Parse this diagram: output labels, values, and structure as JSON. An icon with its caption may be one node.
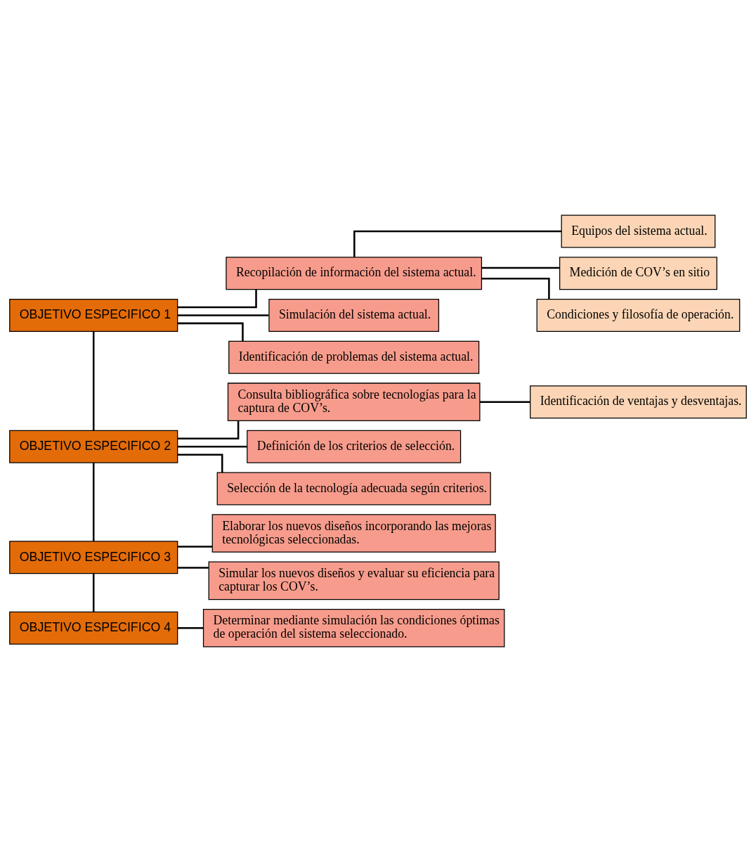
{
  "diagram": {
    "nodes": [
      {
        "text": [
          "OBJETIVO ESPECIFICO 1"
        ]
      },
      {
        "text": [
          "Recopilación de información del sistema actual."
        ]
      },
      {
        "text": [
          "Equipos del sistema actual."
        ]
      },
      {
        "text": [
          "Medición de COV’s en sitio"
        ]
      },
      {
        "text": [
          "Condiciones y filosofía de operación."
        ]
      },
      {
        "text": [
          "Simulación del sistema actual."
        ]
      },
      {
        "text": [
          "Identificación de problemas del sistema actual."
        ]
      },
      {
        "text": [
          "OBJETIVO ESPECIFICO 2"
        ]
      },
      {
        "text": [
          "Consulta bibliográfica sobre tecnologías para la captura de COV’s."
        ]
      },
      {
        "text": [
          "Identificación de ventajas y desventajas."
        ]
      },
      {
        "text": [
          "Definición de los criterios de selección."
        ]
      },
      {
        "text": [
          "Selección de la tecnología adecuada según criterios."
        ]
      },
      {
        "text": [
          "OBJETIVO ESPECIFICO 3"
        ]
      },
      {
        "text": [
          "Elaborar los nuevos diseños incorporando las mejoras tecnológicas seleccionadas."
        ]
      },
      {
        "text": [
          "Simular los nuevos diseños y evaluar su eficiencia para capturar los COV’s."
        ]
      },
      {
        "text": [
          "OBJETIVO ESPECIFICO 4"
        ]
      },
      {
        "text": [
          "Determinar mediante simulación las condiciones óptimas de operación del sistema seleccionado."
        ]
      }
    ],
    "edges": [
      {
        "from": 0,
        "to": 1,
        "arrow": "none"
      },
      {
        "from": 1,
        "to": 2,
        "arrow": "none"
      },
      {
        "from": 1,
        "to": 3,
        "arrow": "none"
      },
      {
        "from": 1,
        "to": 4,
        "arrow": "none"
      },
      {
        "from": 0,
        "to": 5,
        "arrow": "none"
      },
      {
        "from": 0,
        "to": 6,
        "arrow": "none"
      },
      {
        "from": 0,
        "to": 7,
        "arrow": "none"
      },
      {
        "from": 7,
        "to": 8,
        "arrow": "none"
      },
      {
        "from": 8,
        "to": 9,
        "arrow": "none"
      },
      {
        "from": 7,
        "to": 10,
        "arrow": "none"
      },
      {
        "from": 7,
        "to": 11,
        "arrow": "none"
      },
      {
        "from": 7,
        "to": 12,
        "arrow": "none"
      },
      {
        "from": 12,
        "to": 13,
        "arrow": "none"
      },
      {
        "from": 12,
        "to": 14,
        "arrow": "none"
      },
      {
        "from": 12,
        "to": 15,
        "arrow": "none"
      },
      {
        "from": 15,
        "to": 16,
        "arrow": "none"
      }
    ]
  }
}
